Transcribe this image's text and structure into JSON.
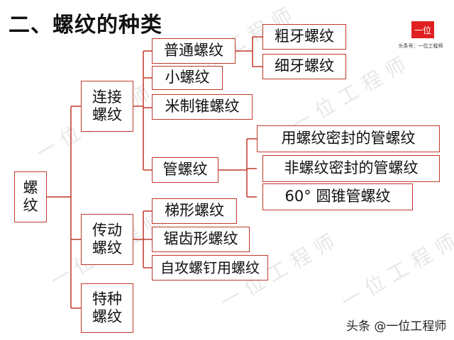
{
  "title": "二、螺纹的种类",
  "watermark_text": "一位工程师",
  "logo": {
    "mark": "一位",
    "caption": "头条号：一位工程师"
  },
  "credit": "头条 @一位工程师",
  "tree": {
    "root": [
      "螺",
      "纹"
    ],
    "connecting": [
      "连接",
      "螺纹"
    ],
    "transmission": [
      "传动",
      "螺纹"
    ],
    "special": [
      "特种",
      "螺纹"
    ],
    "ordinary": "普通螺纹",
    "coarse": "粗牙螺纹",
    "fine": "细牙螺纹",
    "small": "小螺纹",
    "metric_taper": "米制锥螺纹",
    "pipe": "管螺纹",
    "pipe_sealed": "用螺纹密封的管螺纹",
    "pipe_unsealed": "非螺纹密封的管螺纹",
    "pipe_60": "60°  圆锥管螺纹",
    "trapezoidal": "梯形螺纹",
    "buttress": "锯齿形螺纹",
    "self_tapping": "自攻螺钉用螺纹"
  }
}
